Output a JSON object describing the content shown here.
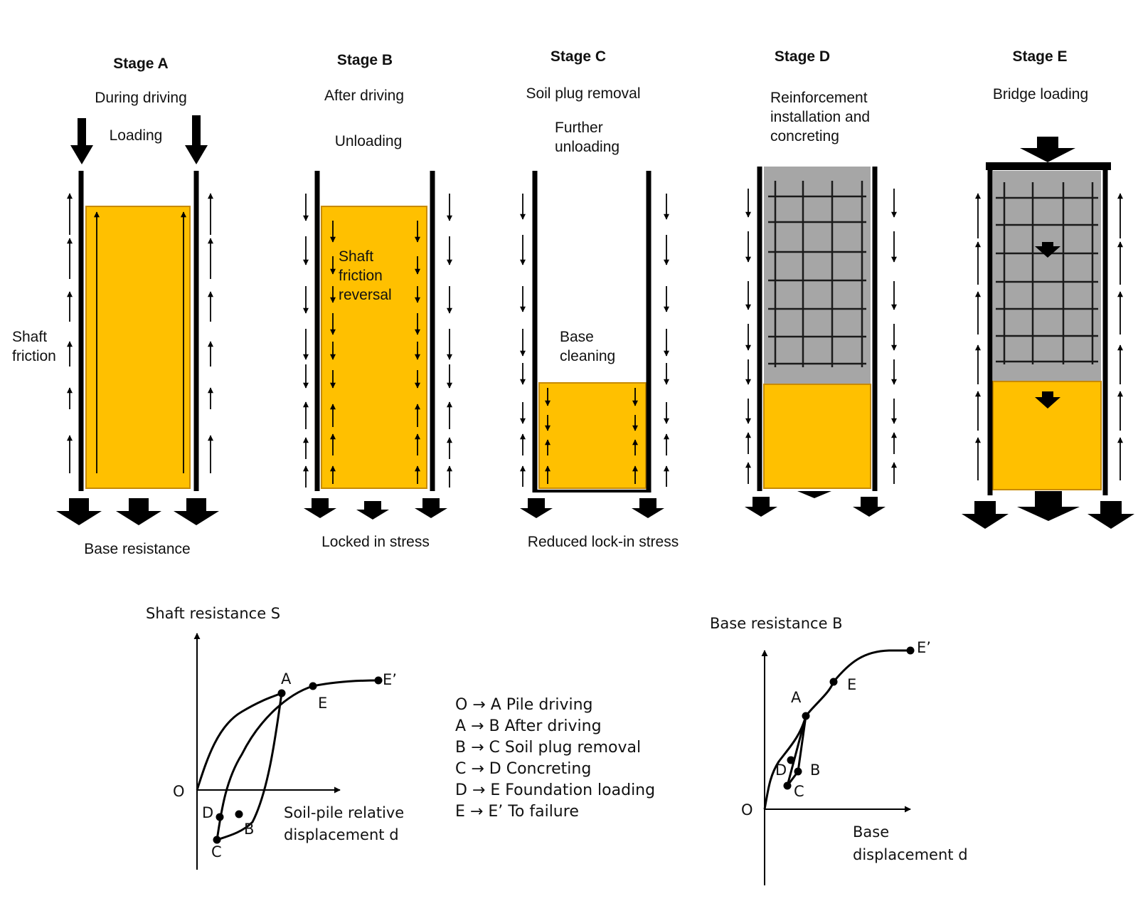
{
  "colors": {
    "soil": "#FFC000",
    "soil_edge": "#C78A00",
    "concrete": "#A6A6A6",
    "ink": "#000000"
  },
  "stages": [
    {
      "title": "Stage A",
      "lines": [
        "During driving",
        "Loading"
      ],
      "bottom": "Base resistance",
      "side_label": [
        "Shaft",
        "friction"
      ]
    },
    {
      "title": "Stage B",
      "lines": [
        "After driving",
        "Unloading"
      ],
      "bottom": "Locked in stress",
      "inner_label": [
        "Shaft",
        "friction",
        "reversal"
      ]
    },
    {
      "title": "Stage C",
      "lines": [
        "Soil plug removal",
        "Further",
        "unloading"
      ],
      "bottom": "Reduced lock-in stress",
      "inner_label": [
        "Base",
        "cleaning"
      ]
    },
    {
      "title": "Stage D",
      "lines": [
        "Reinforcement",
        "installation and",
        "concreting"
      ],
      "bottom": ""
    },
    {
      "title": "Stage E",
      "lines": [
        "Bridge loading"
      ],
      "bottom": ""
    }
  ],
  "shaft_chart": {
    "ylabel": "Shaft resistance S",
    "xlabel": [
      "Soil-pile relative",
      "displacement d"
    ],
    "origin": "O",
    "points": {
      "A": "A",
      "B": "B",
      "C": "C",
      "D": "D",
      "E": "E",
      "E'": "E’"
    }
  },
  "base_chart": {
    "ylabel": "Base resistance B",
    "xlabel": [
      "Base",
      "displacement d"
    ],
    "origin": "O",
    "points": {
      "A": "A",
      "B": "B",
      "C": "C",
      "D": "D",
      "E": "E",
      "E'": "E’"
    }
  },
  "legend": [
    "O → A Pile driving",
    "A → B After driving",
    "B → C Soil plug removal",
    "C → D Concreting",
    "D → E Foundation loading",
    "E → E’ To failure"
  ]
}
